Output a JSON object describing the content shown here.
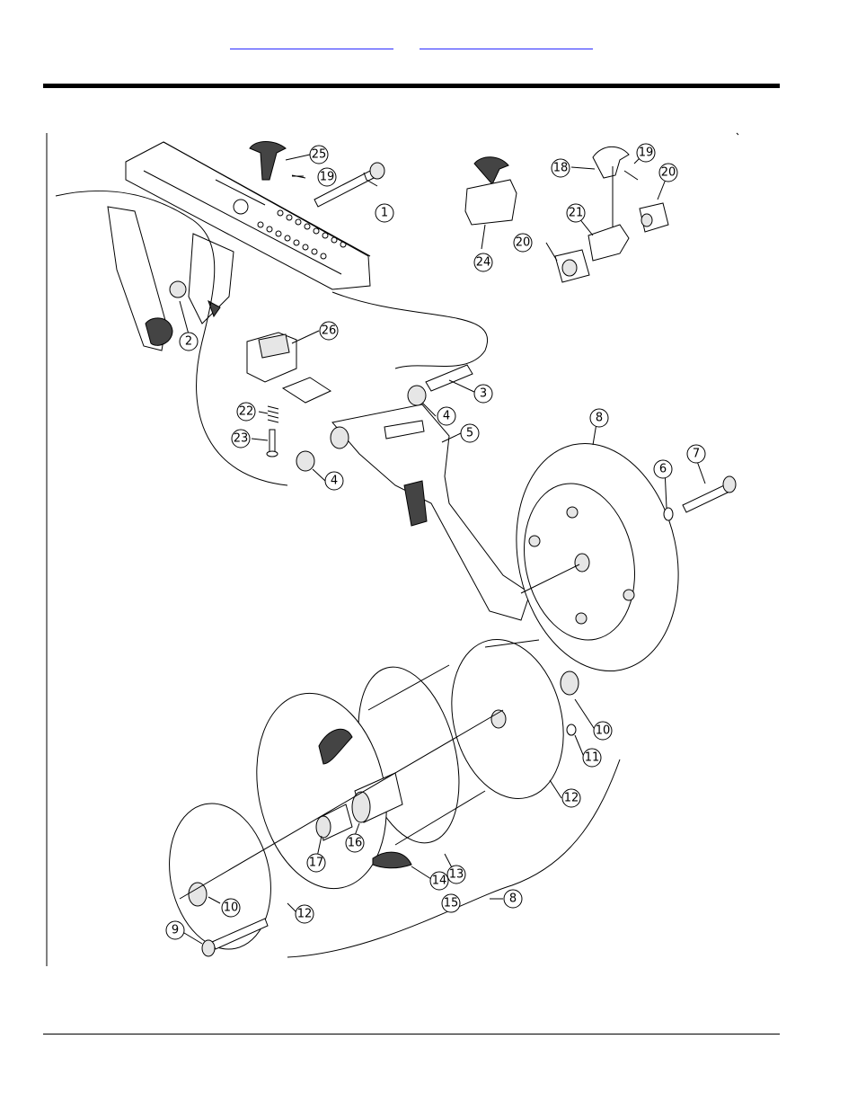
{
  "header": {
    "link_a": "",
    "link_b": ""
  },
  "callouts": [
    "1",
    "2",
    "3",
    "4",
    "4",
    "5",
    "6",
    "7",
    "8",
    "8",
    "9",
    "10",
    "10",
    "11",
    "12",
    "12",
    "13",
    "14",
    "15",
    "16",
    "17",
    "18",
    "19",
    "19",
    "20",
    "20",
    "21",
    "22",
    "23",
    "24",
    "25",
    "26"
  ]
}
